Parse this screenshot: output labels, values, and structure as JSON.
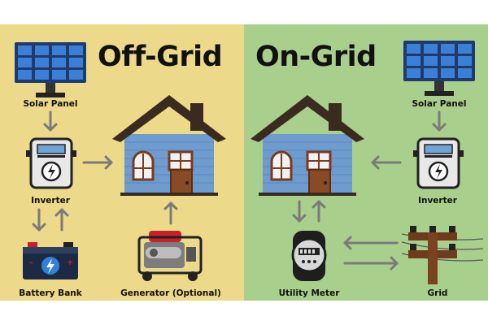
{
  "off_grid": {
    "title": "Off-Grid",
    "labels": {
      "solar_panel": "Solar Panel",
      "inverter": "Inverter",
      "battery_bank": "Battery Bank",
      "generator": "Generator (Optional)"
    }
  },
  "on_grid": {
    "title": "On-Grid",
    "labels": {
      "solar_panel": "Solar Panel",
      "inverter": "Inverter",
      "utility_meter": "Utility Meter",
      "grid": "Grid"
    }
  },
  "colors": {
    "off_grid_background": "#ecd98a",
    "on_grid_background": "#a9cf8c",
    "arrow": "#7a7a7a",
    "house_wall": "#6e9ccf",
    "roof": "#3b2a20",
    "solar_cell": "#2f6fc4"
  },
  "icons": [
    "solar-panel-icon",
    "inverter-icon",
    "battery-icon",
    "generator-icon",
    "house-icon",
    "utility-meter-icon",
    "power-pole-icon",
    "arrow-icon"
  ]
}
